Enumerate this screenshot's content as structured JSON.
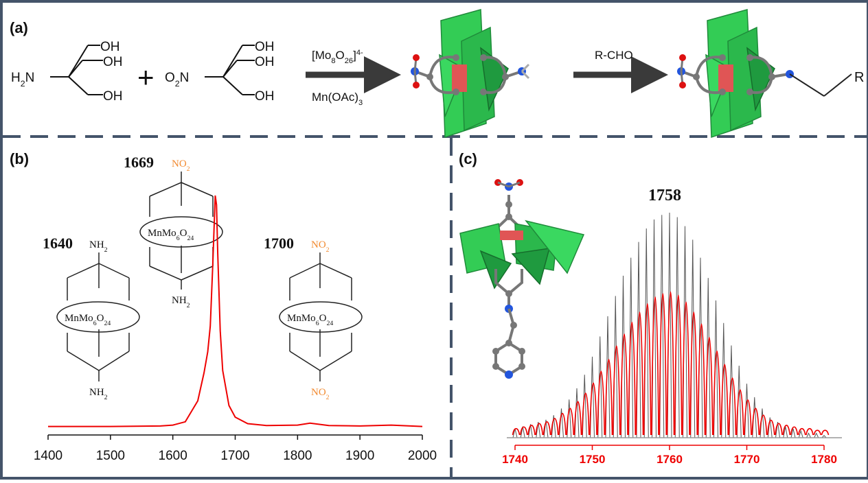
{
  "colors": {
    "frame": "#44546a",
    "polyhedron_green": "#33cc55",
    "polyhedron_dark": "#1f8a3a",
    "core_red": "#e05555",
    "carbon_gray": "#777777",
    "nitrogen_blue": "#2255dd",
    "oxygen_red": "#dd1111",
    "spectrum_red": "#ee0000",
    "simulated_gray": "#555555",
    "nitro_orange": "#f28a30"
  },
  "panel_a": {
    "label": "(a)",
    "reactant1": {
      "oh_top": "OH",
      "oh_mid": "OH",
      "oh_bottom": "OH",
      "amine": "H2N"
    },
    "plus": "+",
    "reactant2": {
      "oh_top": "OH",
      "oh_mid": "OH",
      "oh_bottom": "OH",
      "nitro": "O2N"
    },
    "arrow1": {
      "top_label": "[Mo8O26]4-",
      "bottom_label": "Mn(OAc)3"
    },
    "arrow2": {
      "top_label": "R-CHO"
    },
    "product_r_label": "R"
  },
  "panel_b": {
    "label": "(b)",
    "structures": [
      {
        "mass": "1640",
        "top_group": "NH2",
        "cluster": "MnMo6O24",
        "bottom_group": "NH2"
      },
      {
        "mass": "1669",
        "top_group": "NO2",
        "cluster": "MnMo6O24",
        "bottom_group": "NH2"
      },
      {
        "mass": "1700",
        "top_group": "NO2",
        "cluster": "MnMo6O24",
        "bottom_group": "NO2"
      }
    ]
  },
  "panel_c": {
    "label": "(c)",
    "peak_label": "1758"
  },
  "chart_data": [
    {
      "type": "line",
      "panel": "b",
      "title": "",
      "xlabel": "",
      "ylabel": "",
      "xlim": [
        1400,
        2000
      ],
      "x_ticks": [
        1400,
        1500,
        1600,
        1700,
        1800,
        1900,
        2000
      ],
      "grid": false,
      "series": [
        {
          "x": [
            1400,
            1500,
            1580,
            1600,
            1620,
            1640,
            1650,
            1656,
            1660,
            1664,
            1668,
            1670,
            1672,
            1676,
            1680,
            1690,
            1700,
            1720,
            1750,
            1800,
            1820,
            1850,
            1900,
            1950,
            2000
          ],
          "y": [
            0.01,
            0.01,
            0.012,
            0.016,
            0.03,
            0.12,
            0.24,
            0.33,
            0.44,
            0.7,
            1.0,
            0.96,
            0.75,
            0.42,
            0.25,
            0.1,
            0.05,
            0.022,
            0.014,
            0.016,
            0.024,
            0.014,
            0.012,
            0.016,
            0.01
          ]
        }
      ]
    },
    {
      "type": "line",
      "panel": "c",
      "title": "",
      "xlabel": "",
      "ylabel": "",
      "xlim": [
        1740,
        1780
      ],
      "x_ticks": [
        1740,
        1750,
        1760,
        1770,
        1780
      ],
      "grid": false,
      "series": [
        {
          "x": [
            1740,
            1741,
            1742,
            1743,
            1744,
            1745,
            1746,
            1747,
            1748,
            1749,
            1750,
            1751,
            1752,
            1753,
            1754,
            1755,
            1756,
            1757,
            1758,
            1759,
            1760,
            1761,
            1762,
            1763,
            1764,
            1765,
            1766,
            1767,
            1768,
            1769,
            1770,
            1771,
            1772,
            1773,
            1774,
            1775,
            1776,
            1777,
            1778,
            1779,
            1780
          ],
          "y": [
            0.04,
            0.05,
            0.06,
            0.07,
            0.08,
            0.1,
            0.13,
            0.17,
            0.22,
            0.28,
            0.36,
            0.45,
            0.54,
            0.63,
            0.72,
            0.8,
            0.87,
            0.93,
            0.97,
            0.99,
            1.0,
            0.98,
            0.94,
            0.88,
            0.8,
            0.71,
            0.61,
            0.51,
            0.41,
            0.32,
            0.24,
            0.18,
            0.13,
            0.09,
            0.07,
            0.05,
            0.04,
            0.03,
            0.02,
            0.02,
            0.01
          ]
        },
        {
          "x": [
            1740,
            1741,
            1742,
            1743,
            1744,
            1745,
            1746,
            1747,
            1748,
            1749,
            1750,
            1751,
            1752,
            1753,
            1754,
            1755,
            1756,
            1757,
            1758,
            1759,
            1760,
            1761,
            1762,
            1763,
            1764,
            1765,
            1766,
            1767,
            1768,
            1769,
            1770,
            1771,
            1772,
            1773,
            1774,
            1775,
            1776,
            1777,
            1778,
            1779,
            1780
          ],
          "y": [
            0.05,
            0.06,
            0.07,
            0.08,
            0.09,
            0.11,
            0.14,
            0.17,
            0.21,
            0.26,
            0.32,
            0.39,
            0.46,
            0.54,
            0.61,
            0.68,
            0.74,
            0.79,
            0.83,
            0.85,
            0.86,
            0.84,
            0.8,
            0.74,
            0.67,
            0.59,
            0.51,
            0.43,
            0.35,
            0.28,
            0.22,
            0.17,
            0.13,
            0.1,
            0.08,
            0.07,
            0.06,
            0.05,
            0.05,
            0.04,
            0.04
          ]
        }
      ]
    }
  ]
}
